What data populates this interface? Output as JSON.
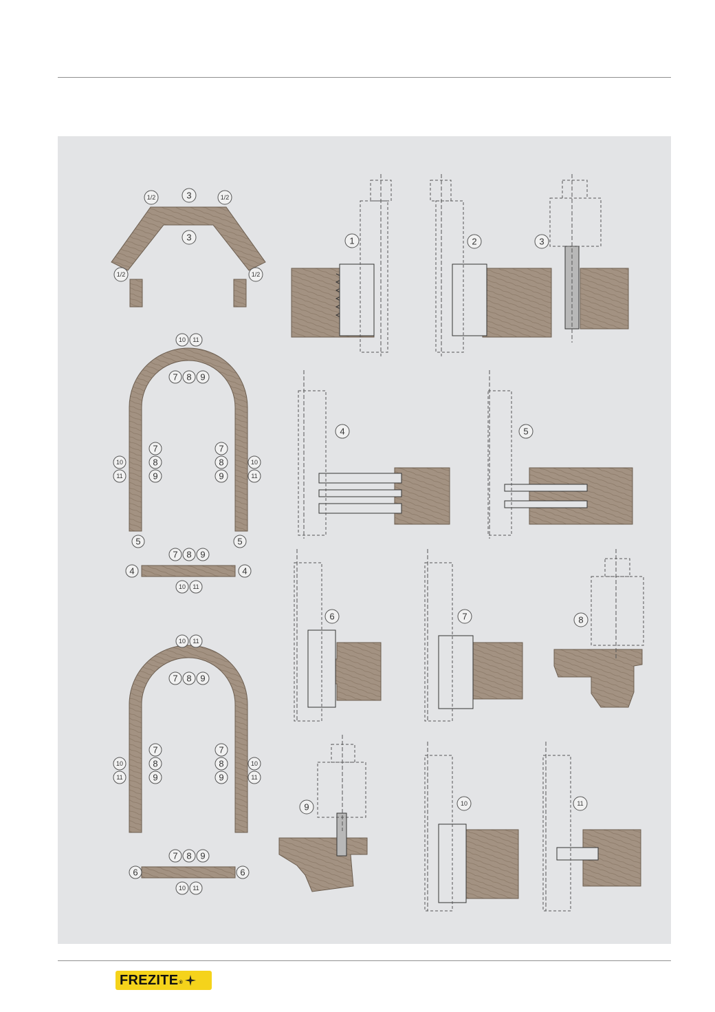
{
  "brand": {
    "name": "FREZITE",
    "registered": "®"
  },
  "labels": {
    "half": "1/2",
    "n1": "1",
    "n2": "2",
    "n3": "3",
    "n4": "4",
    "n5": "5",
    "n6": "6",
    "n7": "7",
    "n8": "8",
    "n9": "9",
    "n10": "10",
    "n11": "11"
  },
  "colors": {
    "wood": "#a39282",
    "panel": "#e3e4e6",
    "logo": "#f5d31b"
  }
}
